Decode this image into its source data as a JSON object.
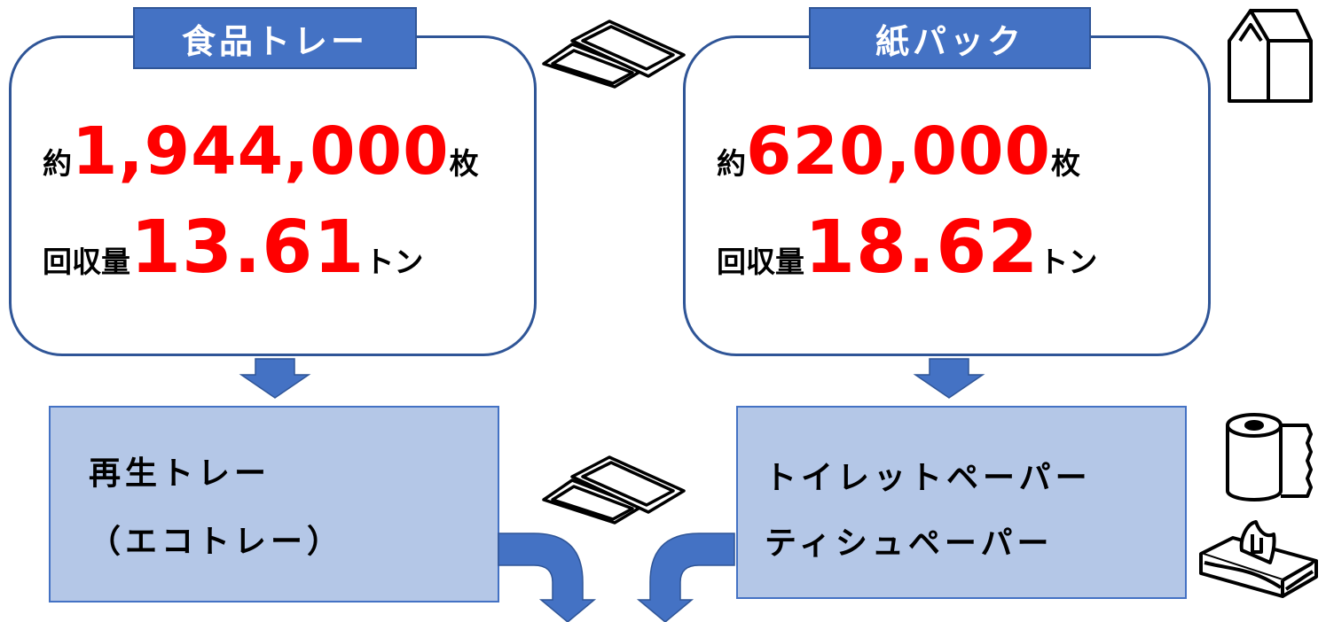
{
  "colors": {
    "panel_border": "#2f5597",
    "tab_fill": "#4472c4",
    "highlight_number": "#ff0000",
    "product_box_fill": "#b4c7e7",
    "arrow_fill": "#4472c4"
  },
  "left": {
    "title": "食品トレー",
    "count_prefix": "約",
    "count_value": "1,944,000",
    "count_unit": "枚",
    "amount_label": "回収量",
    "amount_value": "13.61",
    "amount_unit": "トン",
    "product_line1": "再生トレー",
    "product_line2": "（エコトレー）",
    "icon": "food-tray-icon"
  },
  "right": {
    "title": "紙パック",
    "count_prefix": "約",
    "count_value": "620,000",
    "count_unit": "枚",
    "amount_label": "回収量",
    "amount_value": "18.62",
    "amount_unit": "トン",
    "product_line1": "トイレットペーパー",
    "product_line2": "ティシュペーパー",
    "icons": [
      "milk-carton-icon",
      "toilet-paper-icon",
      "tissue-box-icon"
    ]
  }
}
